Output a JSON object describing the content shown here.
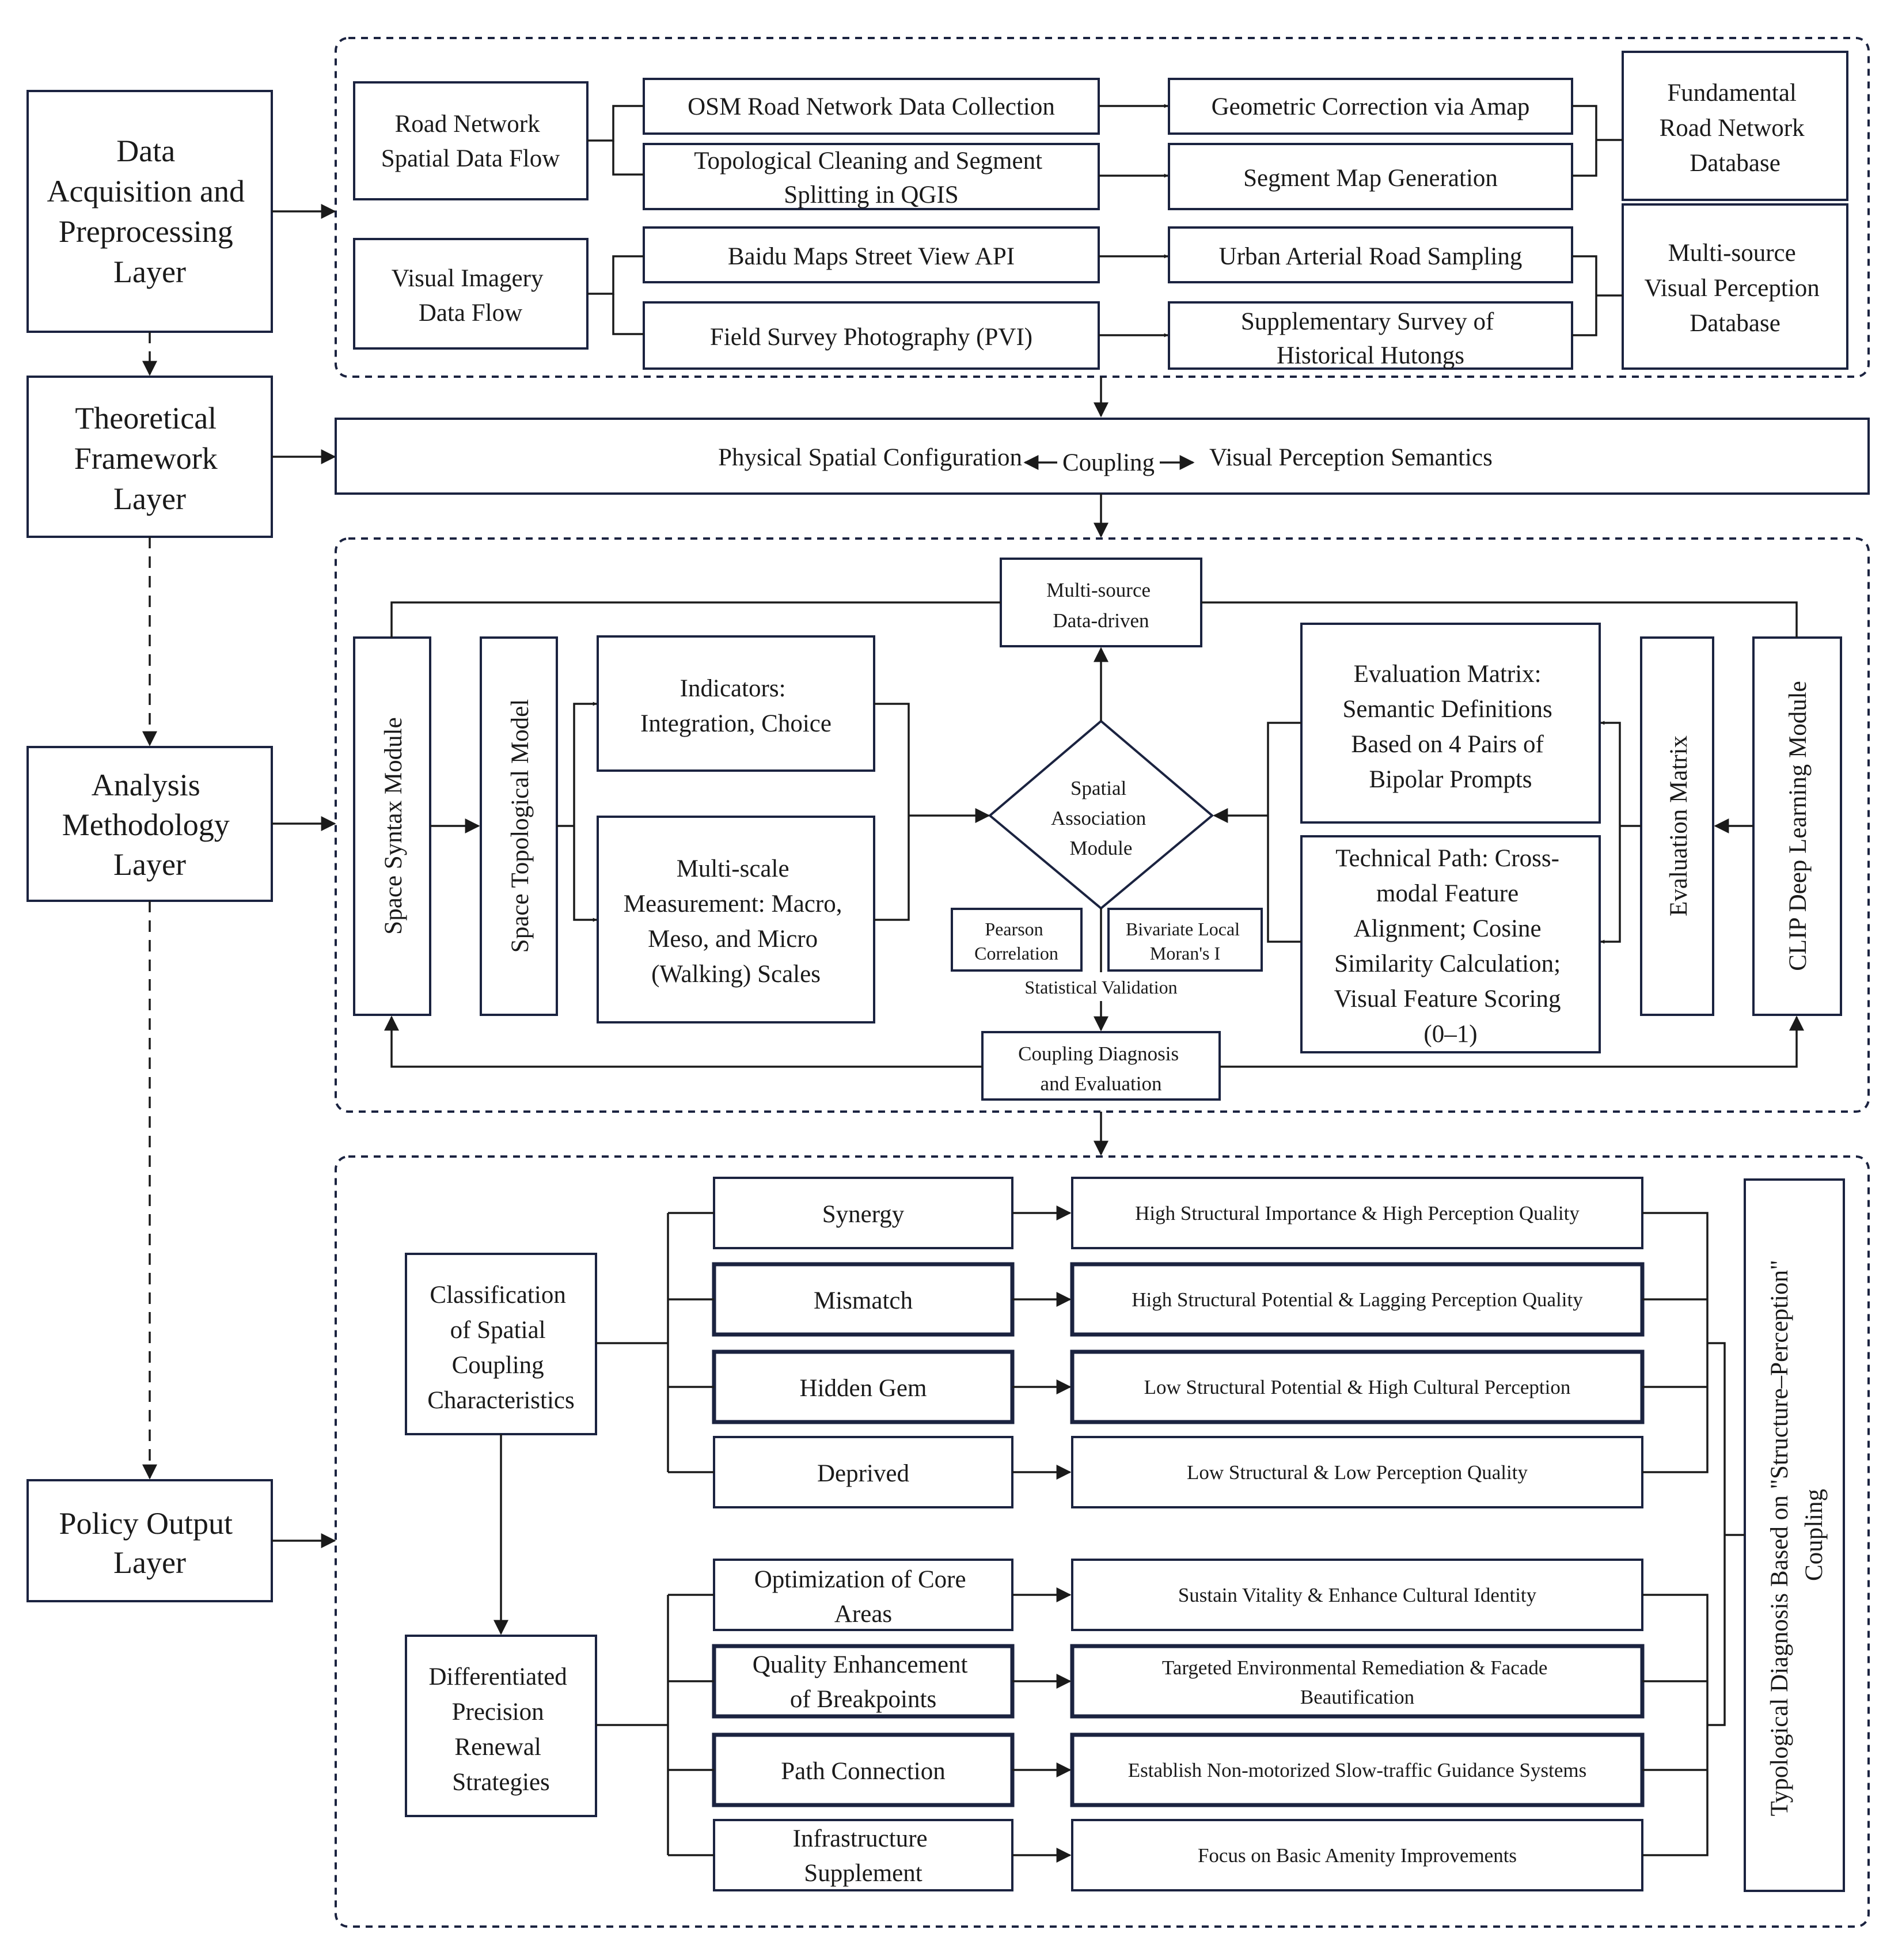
{
  "layers": {
    "data_acquisition": [
      "Data",
      "Acquisition and",
      "Preprocessing",
      "Layer"
    ],
    "theoretical": [
      "Theoretical",
      "Framework",
      "Layer"
    ],
    "analysis": [
      "Analysis",
      "Methodology",
      "Layer"
    ],
    "policy": [
      "Policy Output",
      "Layer"
    ]
  },
  "acquisition": {
    "road_flow": [
      "Road Network",
      "Spatial Data Flow"
    ],
    "visual_flow": [
      "Visual Imagery",
      "Data Flow"
    ],
    "osm_collection": "OSM Road Network Data Collection",
    "topological_cleaning": [
      "Topological Cleaning and Segment",
      "Splitting in QGIS"
    ],
    "geometric_correction": "Geometric Correction via Amap",
    "segment_map": "Segment Map Generation",
    "road_database": [
      "Fundamental",
      "Road Network",
      "Database"
    ],
    "baidu_api": "Baidu Maps Street View API",
    "field_survey": "Field Survey Photography (PVI)",
    "arterial_sampling": "Urban Arterial Road Sampling",
    "hutong_survey": [
      "Supplementary Survey of",
      "Historical Hutongs"
    ],
    "visual_database": [
      "Multi-source",
      "Visual Perception",
      "Database"
    ]
  },
  "framework": {
    "physical": "Physical Spatial Configuration",
    "coupling": "Coupling",
    "visual": "Visual Perception Semantics"
  },
  "analysis": {
    "space_syntax": "Space Syntax Module",
    "topological_model": "Space Topological Model",
    "indicators": [
      "Indicators:",
      "Integration, Choice"
    ],
    "multiscale": [
      "Multi-scale",
      "Measurement: Macro,",
      "Meso, and Micro",
      "(Walking) Scales"
    ],
    "multi_source": [
      "Multi-source",
      "Data-driven"
    ],
    "spatial_association": [
      "Spatial",
      "Association",
      "Module"
    ],
    "pearson": [
      "Pearson",
      "Correlation"
    ],
    "morans": [
      "Bivariate Local",
      "Moran's I"
    ],
    "statistical_validation": "Statistical Validation",
    "coupling_diagnosis": [
      "Coupling Diagnosis",
      "and Evaluation"
    ],
    "evaluation_semantic": [
      "Evaluation Matrix:",
      "Semantic Definitions",
      "Based on 4 Pairs of",
      "Bipolar Prompts"
    ],
    "technical_path": [
      "Technical Path: Cross-",
      "modal Feature",
      "Alignment; Cosine",
      "Similarity Calculation;",
      "Visual Feature Scoring",
      "(0–1)"
    ],
    "evaluation_matrix": "Evaluation Matrix",
    "clip_module": "CLIP Deep Learning Module"
  },
  "policy": {
    "classification": [
      "Classification",
      "of Spatial",
      "Coupling",
      "Characteristics"
    ],
    "strategies": [
      "Differentiated",
      "Precision",
      "Renewal",
      "Strategies"
    ],
    "types": [
      {
        "label": [
          "Synergy"
        ],
        "desc": [
          "High Structural Importance & High Perception Quality"
        ]
      },
      {
        "label": [
          "Mismatch"
        ],
        "desc": [
          "High Structural Potential & Lagging Perception Quality"
        ]
      },
      {
        "label": [
          "Hidden Gem"
        ],
        "desc": [
          "Low Structural Potential & High Cultural Perception"
        ]
      },
      {
        "label": [
          "Deprived"
        ],
        "desc": [
          "Low Structural & Low Perception Quality"
        ]
      }
    ],
    "actions": [
      {
        "label": [
          "Optimization of Core",
          "Areas"
        ],
        "desc": [
          "Sustain Vitality & Enhance Cultural Identity"
        ]
      },
      {
        "label": [
          "Quality Enhancement",
          "of Breakpoints"
        ],
        "desc": [
          "Targeted Environmental Remediation & Facade",
          "Beautification"
        ]
      },
      {
        "label": [
          "Path Connection"
        ],
        "desc": [
          "Establish Non-motorized Slow-traffic Guidance Systems"
        ]
      },
      {
        "label": [
          "Infrastructure",
          "Supplement"
        ],
        "desc": [
          "Focus on Basic Amenity Improvements"
        ]
      }
    ],
    "typological": [
      "Typological Diagnosis Based on \"Structure–Perception\"",
      "Coupling"
    ]
  }
}
